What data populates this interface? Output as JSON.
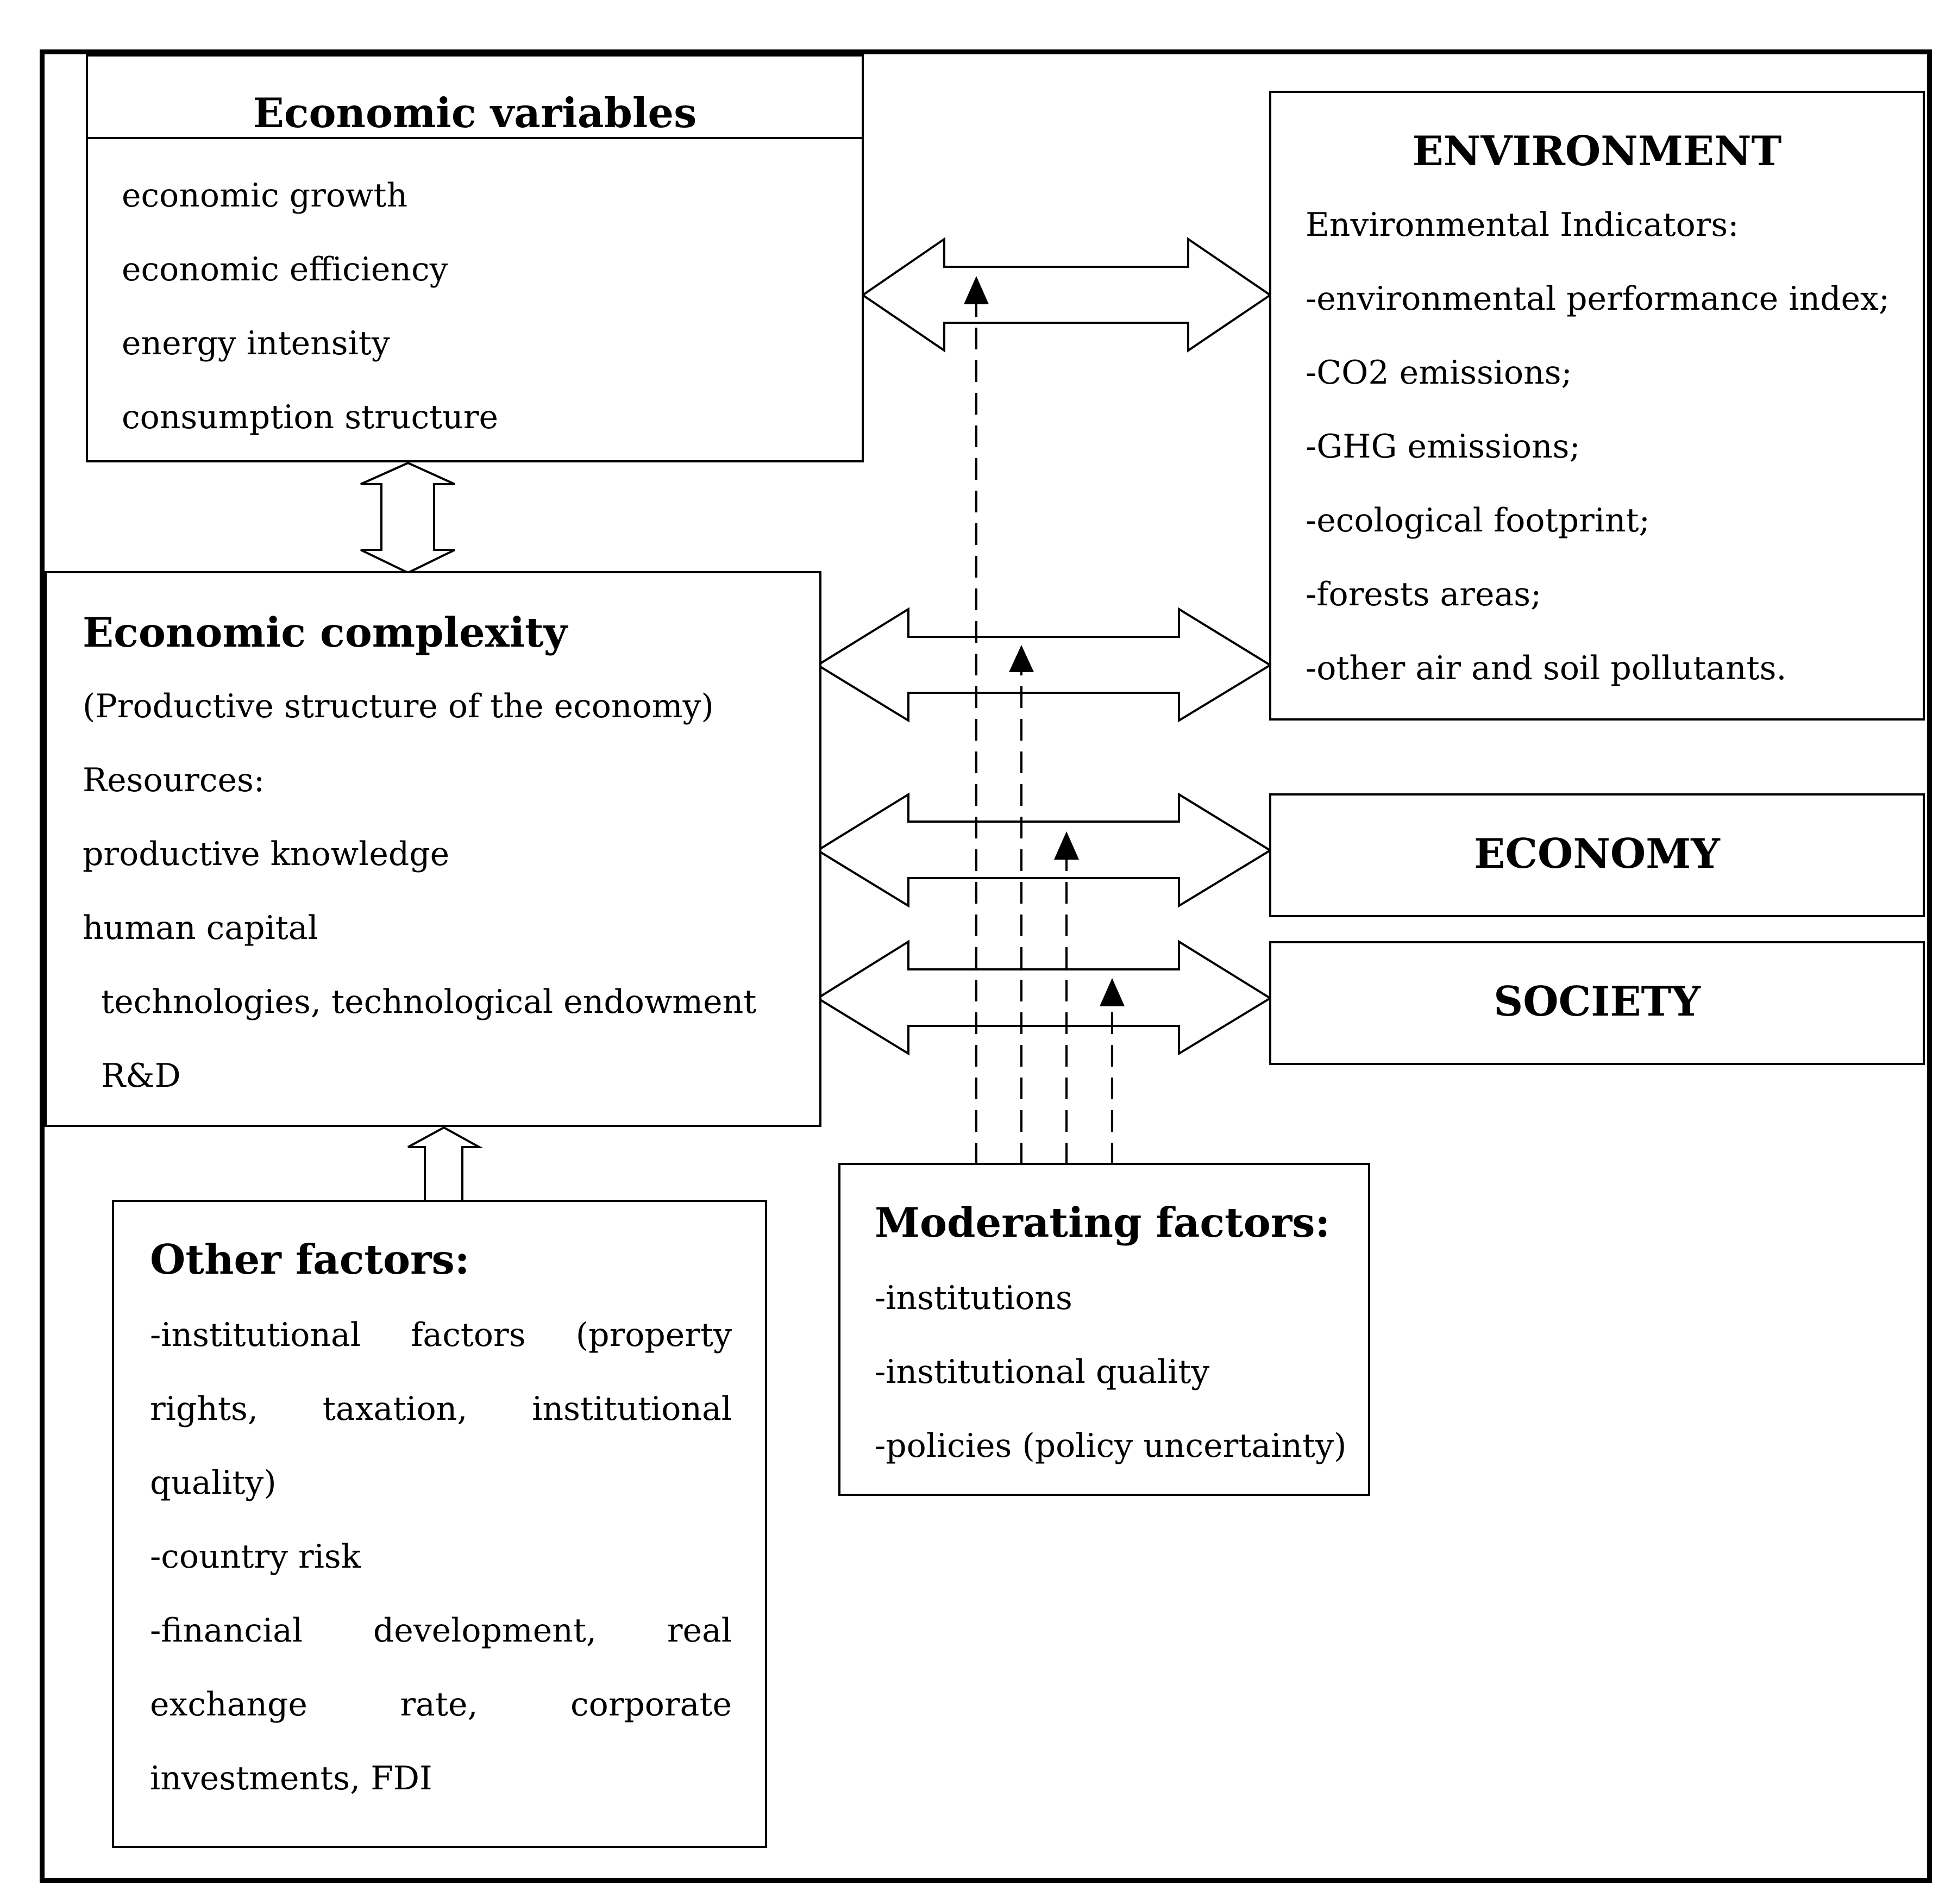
{
  "economic_variables": {
    "title": "Economic variables",
    "items": [
      "economic growth",
      "economic efficiency",
      "energy intensity",
      "consumption structure"
    ]
  },
  "environment": {
    "title": "ENVIRONMENT",
    "subtitle": "Environmental Indicators:",
    "items": [
      "-environmental performance index;",
      "-CO2 emissions;",
      "-GHG emissions;",
      "-ecological footprint;",
      "-forests areas;",
      "-other air and soil pollutants."
    ]
  },
  "economic_complexity": {
    "title": "Economic complexity",
    "items": [
      "(Productive structure of the economy)",
      "Resources:",
      "productive knowledge",
      "human capital",
      "technologies, technological endowment",
      "R&D"
    ]
  },
  "economy": {
    "title": "ECONOMY"
  },
  "society": {
    "title": "SOCIETY"
  },
  "other_factors": {
    "title": "Other factors:",
    "lines": [
      [
        "-institutional",
        "factors",
        "(property"
      ],
      [
        "rights,",
        "taxation,",
        "institutional"
      ],
      [
        "quality)"
      ],
      [
        "-country risk"
      ],
      [
        "-financial",
        "development,",
        "real"
      ],
      [
        "exchange",
        "rate,",
        "corporate"
      ],
      [
        "investments, FDI"
      ]
    ]
  },
  "moderating_factors": {
    "title": "Moderating factors:",
    "items": [
      "-institutions",
      "-institutional quality",
      "-policies (policy uncertainty)"
    ]
  }
}
